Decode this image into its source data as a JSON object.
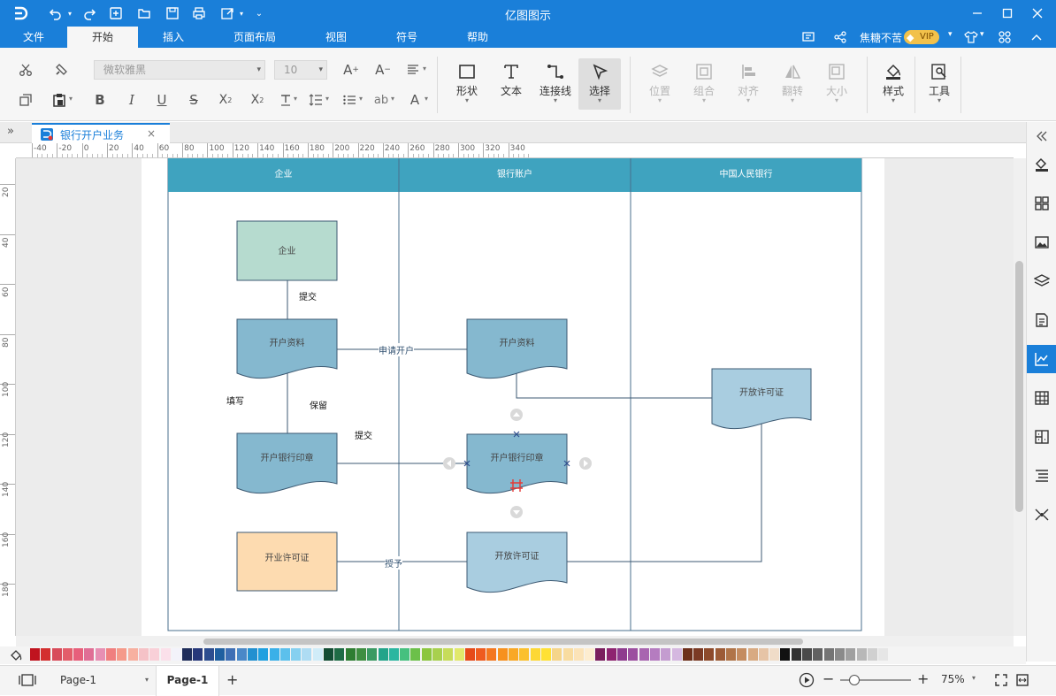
{
  "app": {
    "title": "亿图图示"
  },
  "colors": {
    "brand": "#1a7fd9",
    "lane_header": "#3fa3bf",
    "doc_fill": "#85b8cf",
    "doc_fill_light": "#a9cde0",
    "box_green": "#b6dbcf",
    "box_orange": "#fddbb0",
    "accent_active": "#1a7fd9"
  },
  "menu": [
    "文件",
    "开始",
    "插入",
    "页面布局",
    "视图",
    "符号",
    "帮助"
  ],
  "user": {
    "name": "焦糖不苦",
    "badge": "VIP"
  },
  "ribbon": {
    "font_family": "微软雅黑",
    "font_size": "10",
    "tools": {
      "shape": "形状",
      "text": "文本",
      "connector": "连接线",
      "select": "选择"
    },
    "arrange": {
      "position": "位置",
      "group": "组合",
      "align": "对齐",
      "flip": "翻转",
      "size": "大小"
    },
    "style": "样式",
    "tools_menu": "工具"
  },
  "document_tab": {
    "title": "银行开户业务"
  },
  "ruler": {
    "h_ticks": [
      "-40",
      "-20",
      "0",
      "20",
      "40",
      "60",
      "80",
      "100",
      "120",
      "140",
      "160",
      "180",
      "200",
      "220",
      "240",
      "260",
      "280",
      "300",
      "320",
      "340"
    ],
    "v_ticks": [
      "20",
      "40",
      "60",
      "80",
      "100",
      "120",
      "140",
      "160",
      "180"
    ]
  },
  "diagram": {
    "lanes": [
      "企业",
      "银行账户",
      "中国人民银行"
    ],
    "shapes": {
      "enterprise": "企业",
      "doc_open_left": "开户资料",
      "doc_open_mid": "开户资料",
      "doc_permit_right": "开放许可证",
      "doc_seal_left": "开户银行印章",
      "doc_seal_mid": "开户银行印章",
      "box_license": "开业许可证",
      "doc_permit_mid": "开放许可证"
    },
    "labels": {
      "submit1": "提交",
      "apply": "申请开户",
      "fill": "填写",
      "keep": "保留",
      "submit2": "提交",
      "grant": "授予"
    }
  },
  "palette_colors": [
    "#c0141f",
    "#d32f2f",
    "#d84b5a",
    "#e35d6a",
    "#e75f7b",
    "#e06e95",
    "#e78fb3",
    "#f07f7f",
    "#f59a8a",
    "#f7b0a0",
    "#f5c2c7",
    "#f9d0d8",
    "#fbe0ea",
    "#f3f3fa",
    "#1f2d5a",
    "#27387a",
    "#2d4d8f",
    "#1f5fa0",
    "#3f6fb5",
    "#4a88c8",
    "#2290d0",
    "#1fa0e0",
    "#3ab0e8",
    "#5cc0ec",
    "#86d0f0",
    "#aedcf3",
    "#d0ecf8",
    "#134d34",
    "#1e6b45",
    "#2e7d32",
    "#3e8e41",
    "#3a9a63",
    "#23a48a",
    "#2bb6a0",
    "#46c07f",
    "#6cc04a",
    "#8cc63f",
    "#a8d04e",
    "#c7dc5a",
    "#e1e86b",
    "#e64a19",
    "#ef5b1f",
    "#f4771f",
    "#f7911e",
    "#f9a825",
    "#fbc02d",
    "#fdd835",
    "#ffe135",
    "#f5d58a",
    "#f8dca0",
    "#fbe3b8",
    "#fdedd0",
    "#7b1f5e",
    "#8e2470",
    "#8e3b8e",
    "#9c4fa0",
    "#a864b0",
    "#b57cc0",
    "#c49cd0",
    "#d5b8e0",
    "#6d2f1a",
    "#7b3a24",
    "#8d4a2b",
    "#9c5b36",
    "#b07448",
    "#c48c60",
    "#d8aa82",
    "#e6c4a6",
    "#f0dcc8",
    "#111111",
    "#333333",
    "#4a4a4a",
    "#616161",
    "#757575",
    "#8a8a8a",
    "#a0a0a0",
    "#b8b8b8",
    "#d0d0d0",
    "#e6e6e6"
  ],
  "status": {
    "page_select": "Page-1",
    "page_tab": "Page-1",
    "zoom": "75%"
  }
}
